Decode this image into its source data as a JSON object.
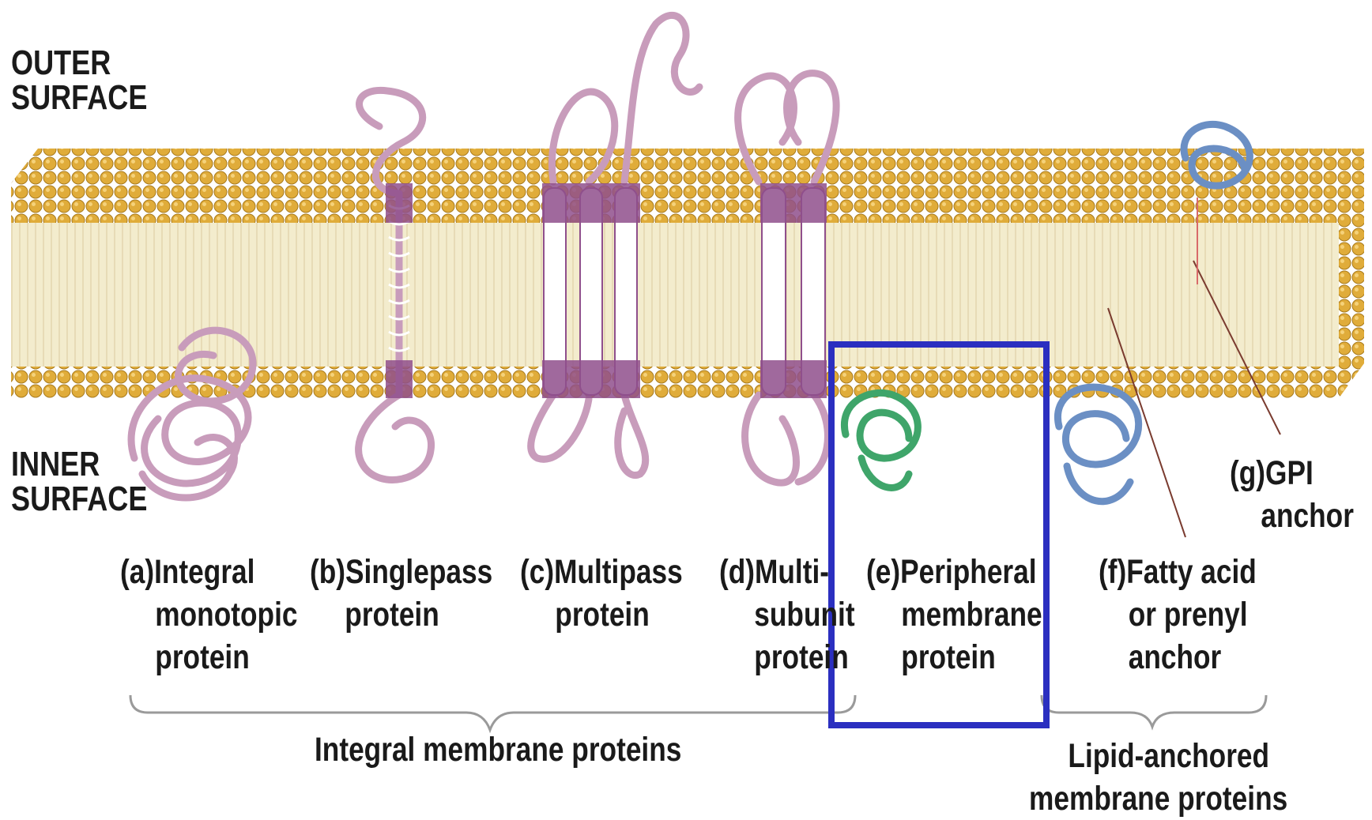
{
  "surfaces": {
    "outer": [
      "OUTER",
      "SURFACE"
    ],
    "inner": [
      "INNER",
      "SURFACE"
    ]
  },
  "proteins": [
    {
      "letter": "(a)",
      "lines": [
        "Integral",
        "monotopic",
        "protein"
      ],
      "color": "#c89cbb"
    },
    {
      "letter": "(b)",
      "lines": [
        "Singlepass",
        "protein"
      ],
      "color": "#c89cbb"
    },
    {
      "letter": "(c)",
      "lines": [
        "Multipass",
        "protein"
      ],
      "color": "#c89cbb"
    },
    {
      "letter": "(d)",
      "lines": [
        "Multi-",
        "subunit",
        "protein"
      ],
      "color": "#c89cbb"
    },
    {
      "letter": "(e)",
      "lines": [
        "Peripheral",
        "membrane",
        "protein"
      ],
      "color": "#3fa56a"
    },
    {
      "letter": "(f)",
      "lines": [
        "Fatty acid",
        "or prenyl",
        "anchor"
      ],
      "color": "#6b8fc4"
    },
    {
      "letter": "(g)",
      "lines": [
        "GPI",
        "anchor"
      ],
      "color": "#6b8fc4"
    }
  ],
  "groups": {
    "integral": "Integral membrane proteins",
    "lipid_anchored": [
      "Lipid-anchored",
      "membrane proteins"
    ]
  },
  "colors": {
    "lipid_head": "#e0ac3a",
    "lipid_tail": "#f3eccd",
    "helix_band": "#8f4f8c",
    "highlight_box": "#2b2fc0"
  }
}
